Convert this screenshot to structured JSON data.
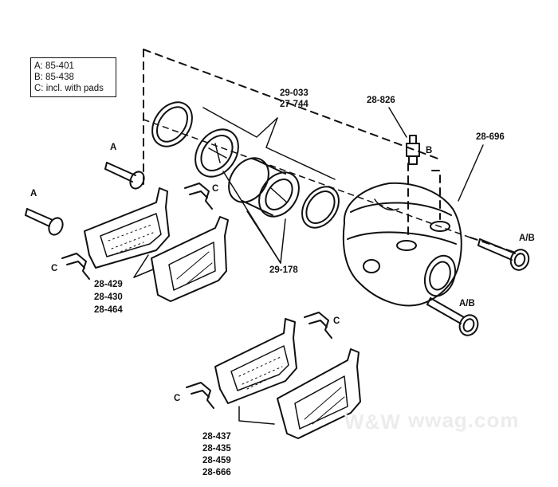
{
  "legend": {
    "a": "A:  85-401",
    "b": "B:  85-438",
    "c": "C:  incl. with pads"
  },
  "labels": {
    "seal_1": "29-033",
    "seal_2": "27-744",
    "bleeder": "28-826",
    "bleeder_letter": "B",
    "caliper": "28-696",
    "pin_left_top": "A",
    "pin_left": "A",
    "clip_top": "C",
    "clip_left": "C",
    "piston": "29-178",
    "bolt_right": "A/B",
    "bolt_bottom": "A/B",
    "pads_upper_1": "28-429",
    "pads_upper_2": "28-430",
    "pads_upper_3": "28-464",
    "clip_lower_right": "C",
    "clip_lower_left": "C",
    "pads_lower_1": "28-437",
    "pads_lower_2": "28-435",
    "pads_lower_3": "28-459",
    "pads_lower_4": "28-666"
  },
  "watermark": {
    "logo": "W&W",
    "site": "wwag.com"
  }
}
